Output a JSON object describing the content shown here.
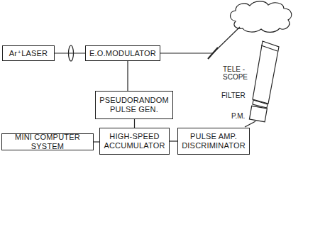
{
  "diagram": {
    "nodes": [
      {
        "text": [
          "Ar⁺LASER"
        ]
      },
      {
        "text": [
          "E.O.MODULATOR"
        ]
      },
      {
        "text": [
          "PSEUDORANDOM PULSE GEN."
        ]
      },
      {
        "text": [
          "MINI COMPUTER SYSTEM"
        ]
      },
      {
        "text": [
          "HIGH-SPEED ACCUMULATOR"
        ]
      },
      {
        "text": [
          "PULSE AMP. DISCRIMINATOR"
        ]
      }
    ],
    "edges": [
      {
        "from": 0,
        "to": 1,
        "arrow": "none"
      },
      {
        "from": 1,
        "to": 2,
        "arrow": "none"
      },
      {
        "from": 2,
        "to": 4,
        "arrow": "none"
      },
      {
        "from": 3,
        "to": 4,
        "arrow": "none"
      },
      {
        "from": 4,
        "to": 5,
        "arrow": "none"
      }
    ],
    "labels": [
      "TELE -SCOPE",
      "FILTER",
      "P.M."
    ]
  }
}
